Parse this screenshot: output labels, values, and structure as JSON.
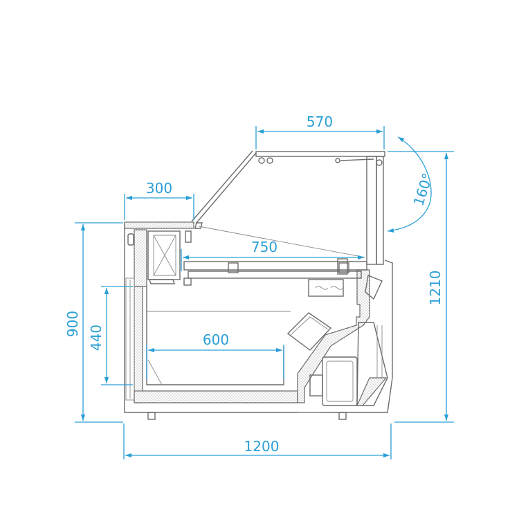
{
  "colors": {
    "dimension": "#2a9fd6",
    "outline": "#6b6b6b",
    "background": "#ffffff"
  },
  "dimensions": {
    "top_depth": "570",
    "rear_shelf": "300",
    "shelf_depth": "750",
    "well_depth": "600",
    "total_depth": "1200",
    "counter_height": "900",
    "well_height": "440",
    "total_height": "1210",
    "glass_angle": "160°"
  }
}
